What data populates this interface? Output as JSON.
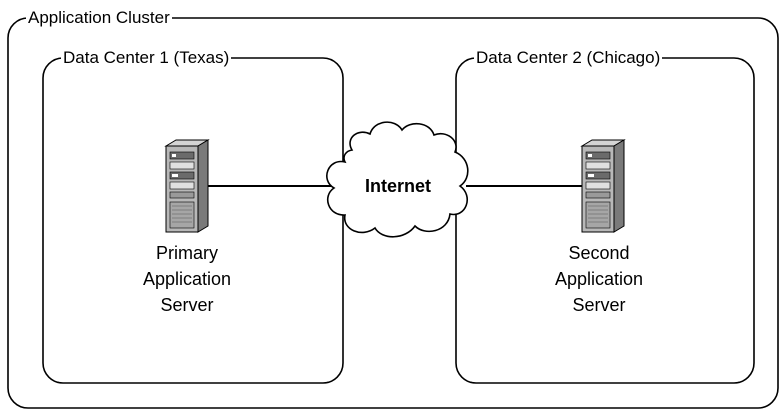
{
  "cluster": {
    "title": "Application Cluster"
  },
  "data_centers": [
    {
      "title": "Data Center 1 (Texas)",
      "server": {
        "line1": "Primary",
        "line2": "Application",
        "line3": "Server"
      }
    },
    {
      "title": "Data Center 2 (Chicago)",
      "server": {
        "line1": "Second",
        "line2": "Application",
        "line3": "Server"
      }
    }
  ],
  "network": {
    "label": "Internet"
  },
  "colors": {
    "stroke": "#000000",
    "background": "#ffffff",
    "server_body": "#b8b8b8"
  }
}
